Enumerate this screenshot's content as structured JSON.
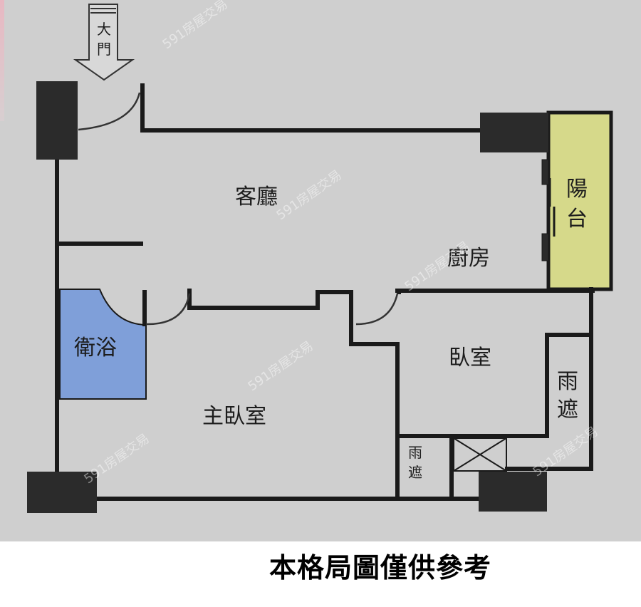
{
  "plan": {
    "entrance": {
      "label_top": "大",
      "label_bottom": "門"
    },
    "rooms": {
      "living_room": "客廳",
      "kitchen": "廚房",
      "balcony_top": "陽",
      "balcony_bottom": "台",
      "bathroom": "衛浴",
      "master_bedroom": "主臥室",
      "bedroom": "臥室",
      "rain_shelter_right_top": "雨",
      "rain_shelter_right_bottom": "遮",
      "rain_shelter_small_top": "雨",
      "rain_shelter_small_bottom": "遮"
    },
    "colors": {
      "floor": "#cfcfcf",
      "wall": "#1a1a1a",
      "column": "#2b2b2b",
      "bathroom": "#7f9fd9",
      "balcony": "#d6d98a"
    }
  },
  "caption": "本格局圖僅供參考",
  "watermark": "591房屋交易"
}
